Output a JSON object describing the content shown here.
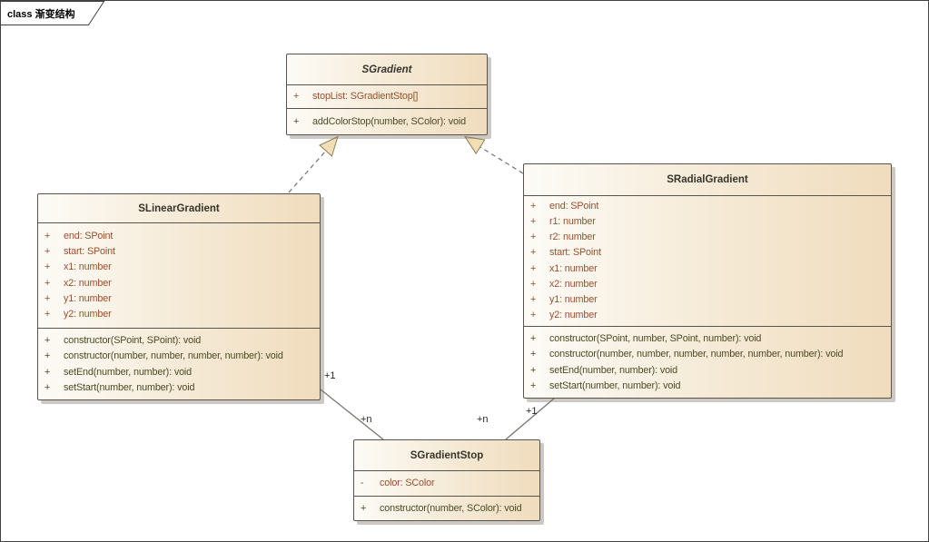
{
  "diagram": {
    "frame_label": "class 渐变结构",
    "connectors": [
      {
        "type": "realization",
        "from": "SLinearGradient",
        "to": "SGradient"
      },
      {
        "type": "realization",
        "from": "SRadialGradient",
        "to": "SGradient"
      },
      {
        "type": "association",
        "from": "SLinearGradient",
        "to": "SGradientStop",
        "source_multiplicity": "+1",
        "target_multiplicity": "+n"
      },
      {
        "type": "association",
        "from": "SRadialGradient",
        "to": "SGradientStop",
        "source_multiplicity": "+1",
        "target_multiplicity": "+n"
      }
    ]
  },
  "classes": [
    {
      "name": "SGradient",
      "abstract": true,
      "attributes": [
        {
          "visibility": "+",
          "signature": "stopList: SGradientStop[]"
        }
      ],
      "operations": [
        {
          "visibility": "+",
          "signature": "addColorStop(number, SColor): void"
        }
      ]
    },
    {
      "name": "SLinearGradient",
      "abstract": false,
      "attributes": [
        {
          "visibility": "+",
          "signature": "end: SPoint"
        },
        {
          "visibility": "+",
          "signature": "start: SPoint"
        },
        {
          "visibility": "+",
          "signature": "x1: number"
        },
        {
          "visibility": "+",
          "signature": "x2: number"
        },
        {
          "visibility": "+",
          "signature": "y1: number"
        },
        {
          "visibility": "+",
          "signature": "y2: number"
        }
      ],
      "operations": [
        {
          "visibility": "+",
          "signature": "constructor(SPoint, SPoint): void"
        },
        {
          "visibility": "+",
          "signature": "constructor(number, number, number, number): void"
        },
        {
          "visibility": "+",
          "signature": "setEnd(number, number): void"
        },
        {
          "visibility": "+",
          "signature": "setStart(number, number): void"
        }
      ]
    },
    {
      "name": "SRadialGradient",
      "abstract": false,
      "attributes": [
        {
          "visibility": "+",
          "signature": "end: SPoint"
        },
        {
          "visibility": "+",
          "signature": "r1: number"
        },
        {
          "visibility": "+",
          "signature": "r2: number"
        },
        {
          "visibility": "+",
          "signature": "start: SPoint"
        },
        {
          "visibility": "+",
          "signature": "x1: number"
        },
        {
          "visibility": "+",
          "signature": "x2: number"
        },
        {
          "visibility": "+",
          "signature": "y1: number"
        },
        {
          "visibility": "+",
          "signature": "y2: number"
        }
      ],
      "operations": [
        {
          "visibility": "+",
          "signature": "constructor(SPoint, number, SPoint, number): void"
        },
        {
          "visibility": "+",
          "signature": "constructor(number, number, number, number, number, number): void"
        },
        {
          "visibility": "+",
          "signature": "setEnd(number, number): void"
        },
        {
          "visibility": "+",
          "signature": "setStart(number, number): void"
        }
      ]
    },
    {
      "name": "SGradientStop",
      "abstract": false,
      "attributes": [
        {
          "visibility": "-",
          "signature": "color: SColor"
        }
      ],
      "operations": [
        {
          "visibility": "+",
          "signature": "constructor(number, SColor): void"
        }
      ]
    }
  ],
  "colors": {
    "box_fill_light": "#fdfbf7",
    "box_fill_tan": "#f0dcbd",
    "box_border": "#57544c",
    "attribute_text": "#9a4f2d",
    "operation_text": "#4c4a24",
    "title_text": "#37342b",
    "connector_line": "#74716a",
    "triangle_fill": "#f2ddb5",
    "triangle_stroke": "#8c7f5e"
  }
}
